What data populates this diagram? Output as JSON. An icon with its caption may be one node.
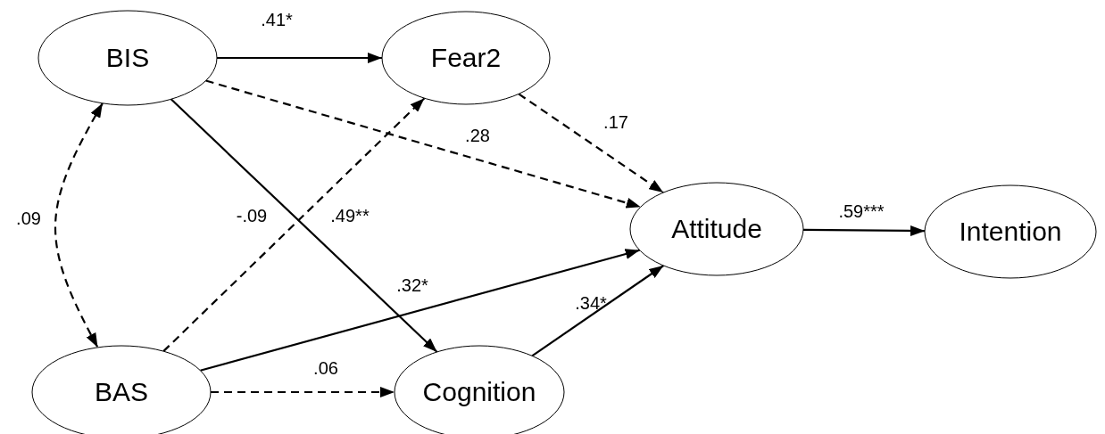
{
  "diagram": {
    "nodes": [
      {
        "text": [
          "BIS"
        ]
      },
      {
        "text": [
          "Fear2"
        ]
      },
      {
        "text": [
          "BAS"
        ]
      },
      {
        "text": [
          "Cognition"
        ]
      },
      {
        "text": [
          "Attitude"
        ]
      },
      {
        "text": [
          "Intention"
        ]
      }
    ],
    "edges": [
      {
        "from": 0,
        "to": 1,
        "arrow": "to",
        "label": ".41*"
      },
      {
        "from": 0,
        "to": 4,
        "arrow": "to",
        "label": ".28",
        "style": "dashed"
      },
      {
        "from": 0,
        "to": 3,
        "arrow": "to",
        "label": ".49**"
      },
      {
        "from": 0,
        "to": 2,
        "arrow": "both",
        "label": ".09",
        "style": "dashed"
      },
      {
        "from": 2,
        "to": 1,
        "arrow": "to",
        "label": "-.09",
        "style": "dashed"
      },
      {
        "from": 2,
        "to": 4,
        "arrow": "to",
        "label": ".32*"
      },
      {
        "from": 2,
        "to": 3,
        "arrow": "to",
        "label": ".06",
        "style": "dashed"
      },
      {
        "from": 1,
        "to": 4,
        "arrow": "to",
        "label": ".17",
        "style": "dashed"
      },
      {
        "from": 3,
        "to": 4,
        "arrow": "to",
        "label": ".34*"
      },
      {
        "from": 4,
        "to": 5,
        "arrow": "to",
        "label": ".59***"
      }
    ]
  }
}
